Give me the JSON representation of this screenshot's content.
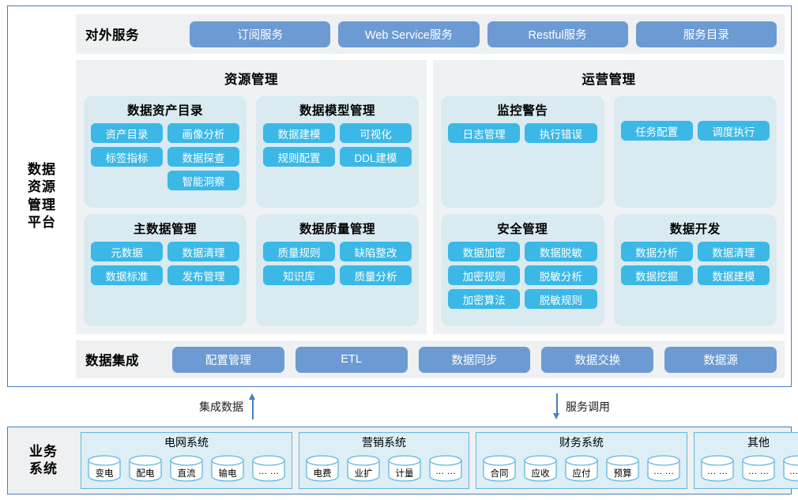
{
  "platform": {
    "title": "数据\n资源\n管理\n平台",
    "title_lines": [
      "数据",
      "资源",
      "管理",
      "平台"
    ],
    "external_services": {
      "label": "对外服务",
      "items": [
        "订阅服务",
        "Web Service服务",
        "Restful服务",
        "服务目录"
      ]
    },
    "panels": [
      {
        "title": "资源管理",
        "cards": [
          {
            "title": "数据资产目录",
            "chips": [
              "资产目录",
              "画像分析",
              "标签指标",
              "数据探查",
              "智能洞察"
            ]
          },
          {
            "title": "数据模型管理",
            "chips": [
              "数据建模",
              "可视化",
              "规则配置",
              "DDL建模"
            ]
          },
          {
            "title": "主数据管理",
            "chips": [
              "元数据",
              "数据清理",
              "数据标准",
              "发布管理"
            ]
          },
          {
            "title": "数据质量管理",
            "chips": [
              "质量规则",
              "缺陷整改",
              "知识库",
              "质量分析"
            ]
          }
        ]
      },
      {
        "title": "运营管理",
        "cards": [
          {
            "title": "监控警告",
            "chips": [
              "日志管理",
              "执行错误"
            ]
          },
          {
            "title": "",
            "chips": [
              "任务配置",
              "调度执行"
            ]
          },
          {
            "title": "安全管理",
            "chips": [
              "数据加密",
              "数据脱敏",
              "加密规则",
              "脱敏分析",
              "加密算法",
              "脱敏规则"
            ]
          },
          {
            "title": "数据开发",
            "chips": [
              "数据分析",
              "数据清理",
              "数据挖掘",
              "数据建模"
            ]
          }
        ]
      }
    ],
    "data_integration": {
      "label": "数据集成",
      "items": [
        "配置管理",
        "ETL",
        "数据同步",
        "数据交换",
        "数据源"
      ]
    }
  },
  "connectors": [
    {
      "label": "集成数据",
      "direction": "up",
      "label_side": "left"
    },
    {
      "label": "服务调用",
      "direction": "down",
      "label_side": "right"
    }
  ],
  "business_systems": {
    "title_lines": [
      "业务",
      "系统"
    ],
    "groups": [
      {
        "title": "电网系统",
        "nodes": [
          "变电",
          "配电",
          "直流",
          "输电",
          "… …"
        ]
      },
      {
        "title": "营销系统",
        "nodes": [
          "电费",
          "业扩",
          "计量",
          "… …"
        ]
      },
      {
        "title": "财务系统",
        "nodes": [
          "合同",
          "应收",
          "应付",
          "预算",
          "… …"
        ]
      },
      {
        "title": "其他",
        "nodes": [
          "… …",
          "… …",
          "… …"
        ]
      }
    ]
  },
  "colors": {
    "frame_border": "#4a7ebb",
    "band_bg": "#eef0f1",
    "panel_bg": "#eff2f4",
    "card_bg": "#d9eaf1",
    "chip_blue": "#3bb8e6",
    "pill_blue": "#6b9bd2",
    "cylinder_stroke": "#63b6dc",
    "biz_group_bg": "#ddeef6"
  }
}
